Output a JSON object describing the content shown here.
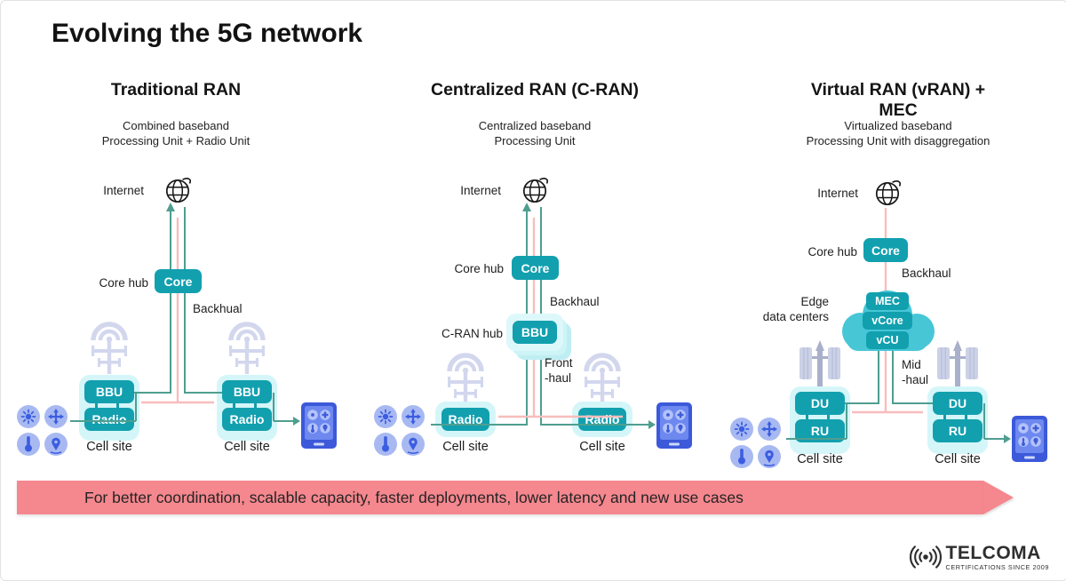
{
  "title": "Evolving the 5G network",
  "banner": {
    "text": "For better coordination, scalable capacity, faster deployments, lower latency and new use cases"
  },
  "logo": {
    "brand": "TELCOMA",
    "tagline": "CERTIFICATIONS SINCE 2009"
  },
  "colors": {
    "teal_box": "#12a0af",
    "teal_line": "#4f9e90",
    "pink_line": "#f8bdbd",
    "banner_pink": "#f5878e",
    "site_container": "#d4f6f9",
    "cloud": "#47c6d6",
    "device_blue": "#3c59da",
    "sensor_circle": "#a8b9f2",
    "tower_gray": "#d2d7ee"
  },
  "columns": [
    {
      "heading": "Traditional RAN",
      "subtitle1": "Combined baseband",
      "subtitle2": "Processing Unit + Radio Unit",
      "internet": "Internet",
      "core_hub": "Core hub",
      "core": "Core",
      "backhaul": "Backhual",
      "sites": [
        {
          "boxes": [
            "BBU",
            "Radio"
          ],
          "label": "Cell site"
        },
        {
          "boxes": [
            "BBU",
            "Radio"
          ],
          "label": "Cell site"
        }
      ]
    },
    {
      "heading": "Centralized RAN (C-RAN)",
      "subtitle1": "Centralized baseband",
      "subtitle2": "Processing Unit",
      "internet": "Internet",
      "core_hub": "Core hub",
      "core": "Core",
      "backhaul": "Backhaul",
      "cran_hub": "C-RAN hub",
      "bbu": "BBU",
      "fronthaul1": "Front",
      "fronthaul2": "-haul",
      "sites": [
        {
          "boxes": [
            "Radio"
          ],
          "label": "Cell site"
        },
        {
          "boxes": [
            "Radio"
          ],
          "label": "Cell site"
        }
      ]
    },
    {
      "heading": "Virtual RAN (vRAN) + MEC",
      "subtitle1": "Virtualized baseband",
      "subtitle2": "Processing Unit with disaggregation",
      "internet": "Internet",
      "core_hub": "Core hub",
      "core": "Core",
      "backhaul": "Backhaul",
      "edge1": "Edge",
      "edge2": "data centers",
      "cloud_boxes": [
        "MEC",
        "vCore",
        "vCU"
      ],
      "midhaul1": "Mid",
      "midhaul2": "-haul",
      "sites": [
        {
          "boxes": [
            "DU",
            "RU"
          ],
          "label": "Cell site"
        },
        {
          "boxes": [
            "DU",
            "RU"
          ],
          "label": "Cell site"
        }
      ]
    }
  ]
}
